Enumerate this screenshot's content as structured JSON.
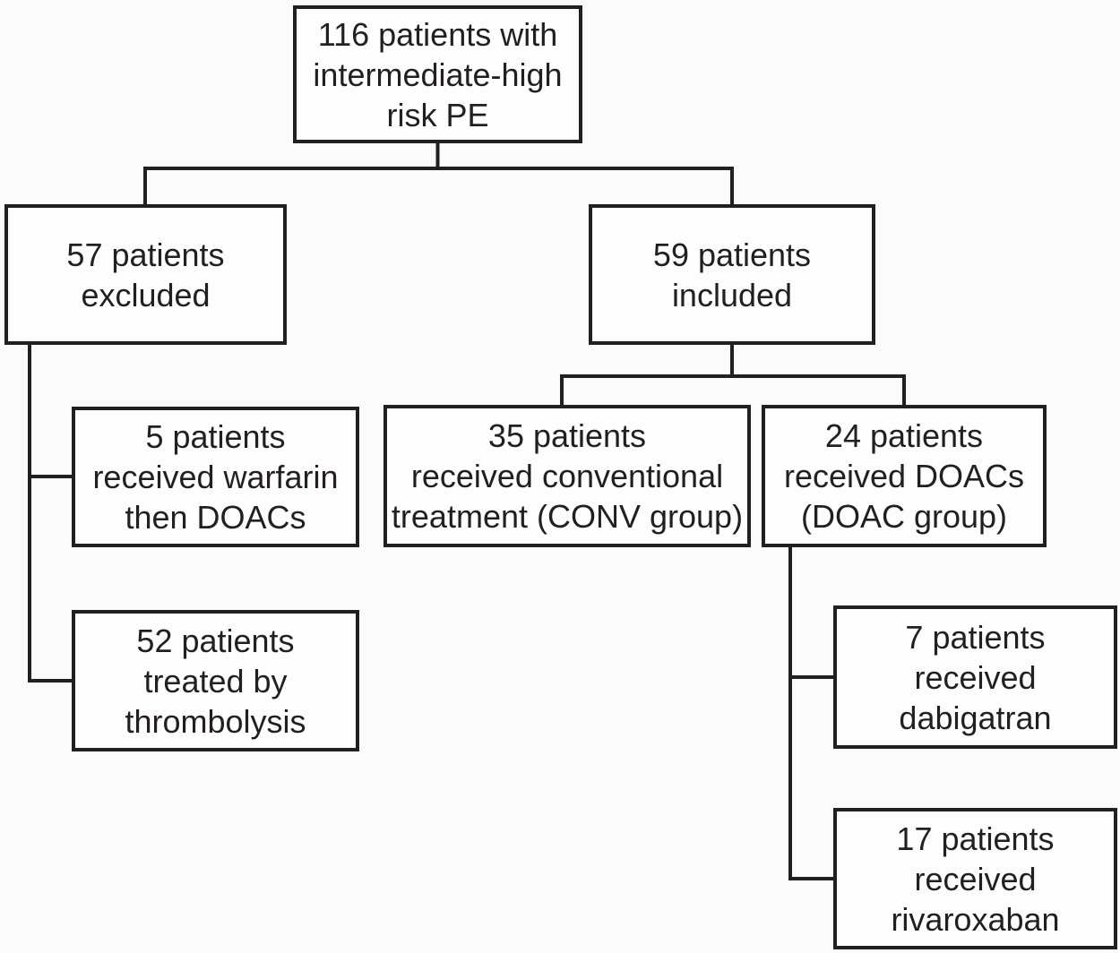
{
  "diagram": {
    "type": "flowchart",
    "description": "Patient enrollment flow diagram for intermediate-high risk PE study",
    "colors": {
      "ink": "#231f20",
      "background": "#fbfbfc",
      "box_fill": "#fdfdfe"
    },
    "nodes": [
      {
        "id": "total",
        "label": "116 patients with\nintermediate-high\nrisk PE"
      },
      {
        "id": "excluded",
        "label": "57 patients\nexcluded"
      },
      {
        "id": "included",
        "label": "59 patients\nincluded"
      },
      {
        "id": "warfarin-doacs",
        "label": "5 patients\nreceived warfarin\nthen DOACs"
      },
      {
        "id": "conv-group",
        "label": "35 patients\nreceived conventional\ntreatment (CONV group)"
      },
      {
        "id": "doac-group",
        "label": "24 patients\nreceived DOACs\n(DOAC group)"
      },
      {
        "id": "thrombolysis",
        "label": "52 patients\ntreated by\nthrombolysis"
      },
      {
        "id": "dabigatran",
        "label": "7 patients\nreceived\ndabigatran"
      },
      {
        "id": "rivaroxaban",
        "label": "17 patients\nreceived\nrivaroxaban"
      }
    ],
    "edges": [
      {
        "from": "total",
        "to": "excluded"
      },
      {
        "from": "total",
        "to": "included"
      },
      {
        "from": "excluded",
        "to": "warfarin-doacs"
      },
      {
        "from": "excluded",
        "to": "thrombolysis"
      },
      {
        "from": "included",
        "to": "conv-group"
      },
      {
        "from": "included",
        "to": "doac-group"
      },
      {
        "from": "doac-group",
        "to": "dabigatran"
      },
      {
        "from": "doac-group",
        "to": "rivaroxaban"
      }
    ]
  }
}
